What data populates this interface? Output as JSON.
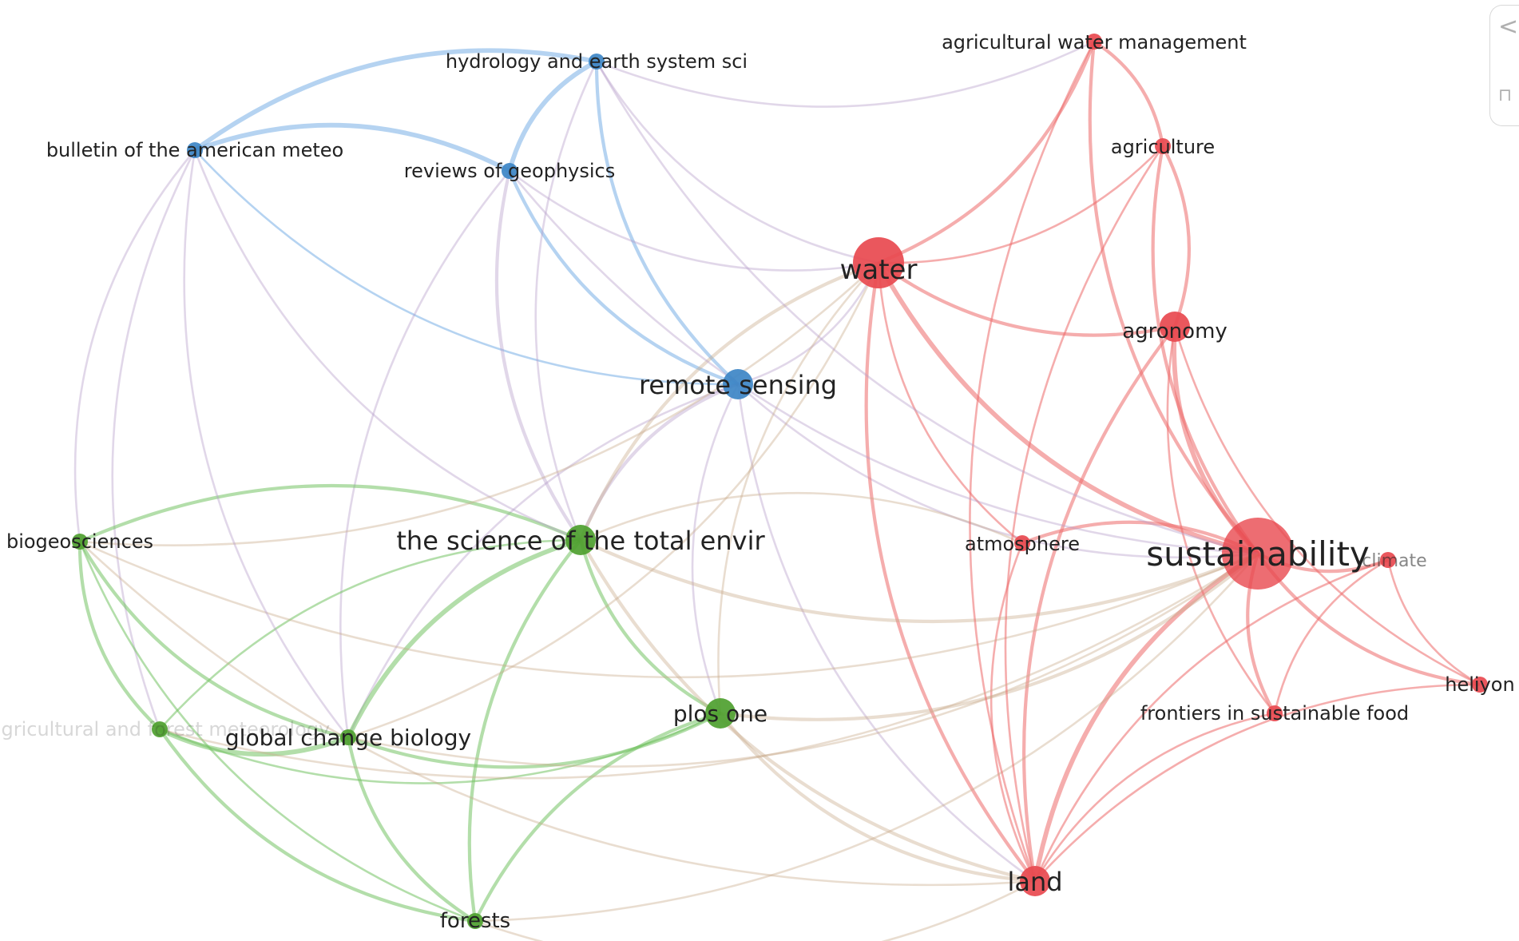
{
  "panel": {
    "collapse_glyph": "<",
    "pin_glyph": "⊓"
  },
  "colors": {
    "cluster_1": "#e8494f",
    "cluster_2": "#4ea02f",
    "cluster_3": "#3d85c6",
    "edge_1": "#ec6a6a",
    "edge_2": "#74c364",
    "edge_3": "#79aee6"
  },
  "nodes": [
    {
      "id": "water",
      "label": "water",
      "cluster": 1,
      "weight": 3
    },
    {
      "id": "agronomy",
      "label": "agronomy",
      "cluster": 1,
      "weight": 2
    },
    {
      "id": "agriculture",
      "label": "agriculture",
      "cluster": 1,
      "weight": 1
    },
    {
      "id": "agwater",
      "label": "agricultural water management",
      "cluster": 1,
      "weight": 1
    },
    {
      "id": "sustainability",
      "label": "sustainability",
      "cluster": 1,
      "weight": 5
    },
    {
      "id": "climate",
      "label": "climate",
      "cluster": 1,
      "weight": 1
    },
    {
      "id": "atmosphere",
      "label": "atmosphere",
      "cluster": 1,
      "weight": 1
    },
    {
      "id": "heliyon",
      "label": "heliyon",
      "cluster": 1,
      "weight": 1
    },
    {
      "id": "frontiers",
      "label": "frontiers in sustainable food",
      "cluster": 1,
      "weight": 1
    },
    {
      "id": "land",
      "label": "land",
      "cluster": 1,
      "weight": 2
    },
    {
      "id": "hydrology",
      "label": "hydrology and earth system sci",
      "cluster": 3,
      "weight": 1
    },
    {
      "id": "bulletin",
      "label": "bulletin of the american meteo",
      "cluster": 3,
      "weight": 1
    },
    {
      "id": "reviews",
      "label": "reviews of geophysics",
      "cluster": 3,
      "weight": 1
    },
    {
      "id": "remote",
      "label": "remote sensing",
      "cluster": 3,
      "weight": 2
    },
    {
      "id": "science",
      "label": "the science of the total envir",
      "cluster": 2,
      "weight": 2
    },
    {
      "id": "biogeo",
      "label": "biogeosciences",
      "cluster": 2,
      "weight": 1
    },
    {
      "id": "agforest",
      "label": "agricultural and forest meteorology",
      "cluster": 2,
      "weight": 1
    },
    {
      "id": "globalchange",
      "label": "global change biology",
      "cluster": 2,
      "weight": 1
    },
    {
      "id": "plosone",
      "label": "plos one",
      "cluster": 2,
      "weight": 2
    },
    {
      "id": "forests",
      "label": "forests",
      "cluster": 2,
      "weight": 1
    }
  ],
  "links": [
    [
      "hydrology",
      "reviews",
      3
    ],
    [
      "hydrology",
      "bulletin",
      3
    ],
    [
      "reviews",
      "bulletin",
      3
    ],
    [
      "hydrology",
      "remote",
      2
    ],
    [
      "reviews",
      "remote",
      2
    ],
    [
      "bulletin",
      "remote",
      1
    ],
    [
      "hydrology",
      "water",
      1
    ],
    [
      "reviews",
      "water",
      1
    ],
    [
      "bulletin",
      "biogeo",
      1
    ],
    [
      "bulletin",
      "agforest",
      1
    ],
    [
      "reviews",
      "science",
      2
    ],
    [
      "hydrology",
      "science",
      1
    ],
    [
      "remote",
      "science",
      2
    ],
    [
      "remote",
      "plosone",
      1
    ],
    [
      "remote",
      "globalchange",
      1
    ],
    [
      "remote",
      "water",
      1
    ],
    [
      "remote",
      "sustainability",
      1
    ],
    [
      "remote",
      "land",
      1
    ],
    [
      "hydrology",
      "agwater",
      1
    ],
    [
      "reviews",
      "globalchange",
      1
    ],
    [
      "water",
      "agwater",
      2
    ],
    [
      "water",
      "agronomy",
      2
    ],
    [
      "water",
      "sustainability",
      3
    ],
    [
      "water",
      "agriculture",
      1
    ],
    [
      "water",
      "land",
      2
    ],
    [
      "water",
      "atmosphere",
      1
    ],
    [
      "water",
      "science",
      2
    ],
    [
      "water",
      "plosone",
      1
    ],
    [
      "agronomy",
      "sustainability",
      3
    ],
    [
      "agronomy",
      "agriculture",
      2
    ],
    [
      "agronomy",
      "land",
      2
    ],
    [
      "agronomy",
      "frontiers",
      1
    ],
    [
      "agronomy",
      "heliyon",
      1
    ],
    [
      "agriculture",
      "agwater",
      2
    ],
    [
      "agriculture",
      "sustainability",
      2
    ],
    [
      "agwater",
      "sustainability",
      2
    ],
    [
      "sustainability",
      "land",
      3
    ],
    [
      "sustainability",
      "climate",
      2
    ],
    [
      "sustainability",
      "heliyon",
      2
    ],
    [
      "sustainability",
      "frontiers",
      2
    ],
    [
      "sustainability",
      "atmosphere",
      2
    ],
    [
      "climate",
      "heliyon",
      1
    ],
    [
      "climate",
      "frontiers",
      1
    ],
    [
      "climate",
      "land",
      1
    ],
    [
      "atmosphere",
      "land",
      1
    ],
    [
      "atmosphere",
      "science",
      1
    ],
    [
      "frontiers",
      "land",
      1
    ],
    [
      "heliyon",
      "land",
      1
    ],
    [
      "science",
      "biogeo",
      2
    ],
    [
      "science",
      "globalchange",
      3
    ],
    [
      "science",
      "plosone",
      2
    ],
    [
      "science",
      "forests",
      2
    ],
    [
      "science",
      "sustainability",
      2
    ],
    [
      "science",
      "land",
      2
    ],
    [
      "science",
      "agforest",
      1
    ],
    [
      "biogeo",
      "globalchange",
      2
    ],
    [
      "biogeo",
      "agforest",
      2
    ],
    [
      "biogeo",
      "forests",
      1
    ],
    [
      "biogeo",
      "sustainability",
      1
    ],
    [
      "agforest",
      "globalchange",
      3
    ],
    [
      "agforest",
      "forests",
      2
    ],
    [
      "agforest",
      "plosone",
      1
    ],
    [
      "globalchange",
      "plosone",
      2
    ],
    [
      "globalchange",
      "forests",
      2
    ],
    [
      "globalchange",
      "sustainability",
      1
    ],
    [
      "plosone",
      "forests",
      2
    ],
    [
      "plosone",
      "land",
      2
    ],
    [
      "plosone",
      "sustainability",
      2
    ],
    [
      "forests",
      "land",
      1
    ],
    [
      "forests",
      "sustainability",
      1
    ],
    [
      "bulletin",
      "science",
      1
    ],
    [
      "biogeo",
      "water",
      1
    ],
    [
      "globalchange",
      "water",
      1
    ],
    [
      "agwater",
      "land",
      1
    ],
    [
      "agriculture",
      "land",
      1
    ],
    [
      "reviews",
      "sustainability",
      1
    ],
    [
      "hydrology",
      "sustainability",
      1
    ],
    [
      "bulletin",
      "globalchange",
      1
    ],
    [
      "biogeo",
      "land",
      1
    ],
    [
      "agforest",
      "sustainability",
      1
    ]
  ]
}
